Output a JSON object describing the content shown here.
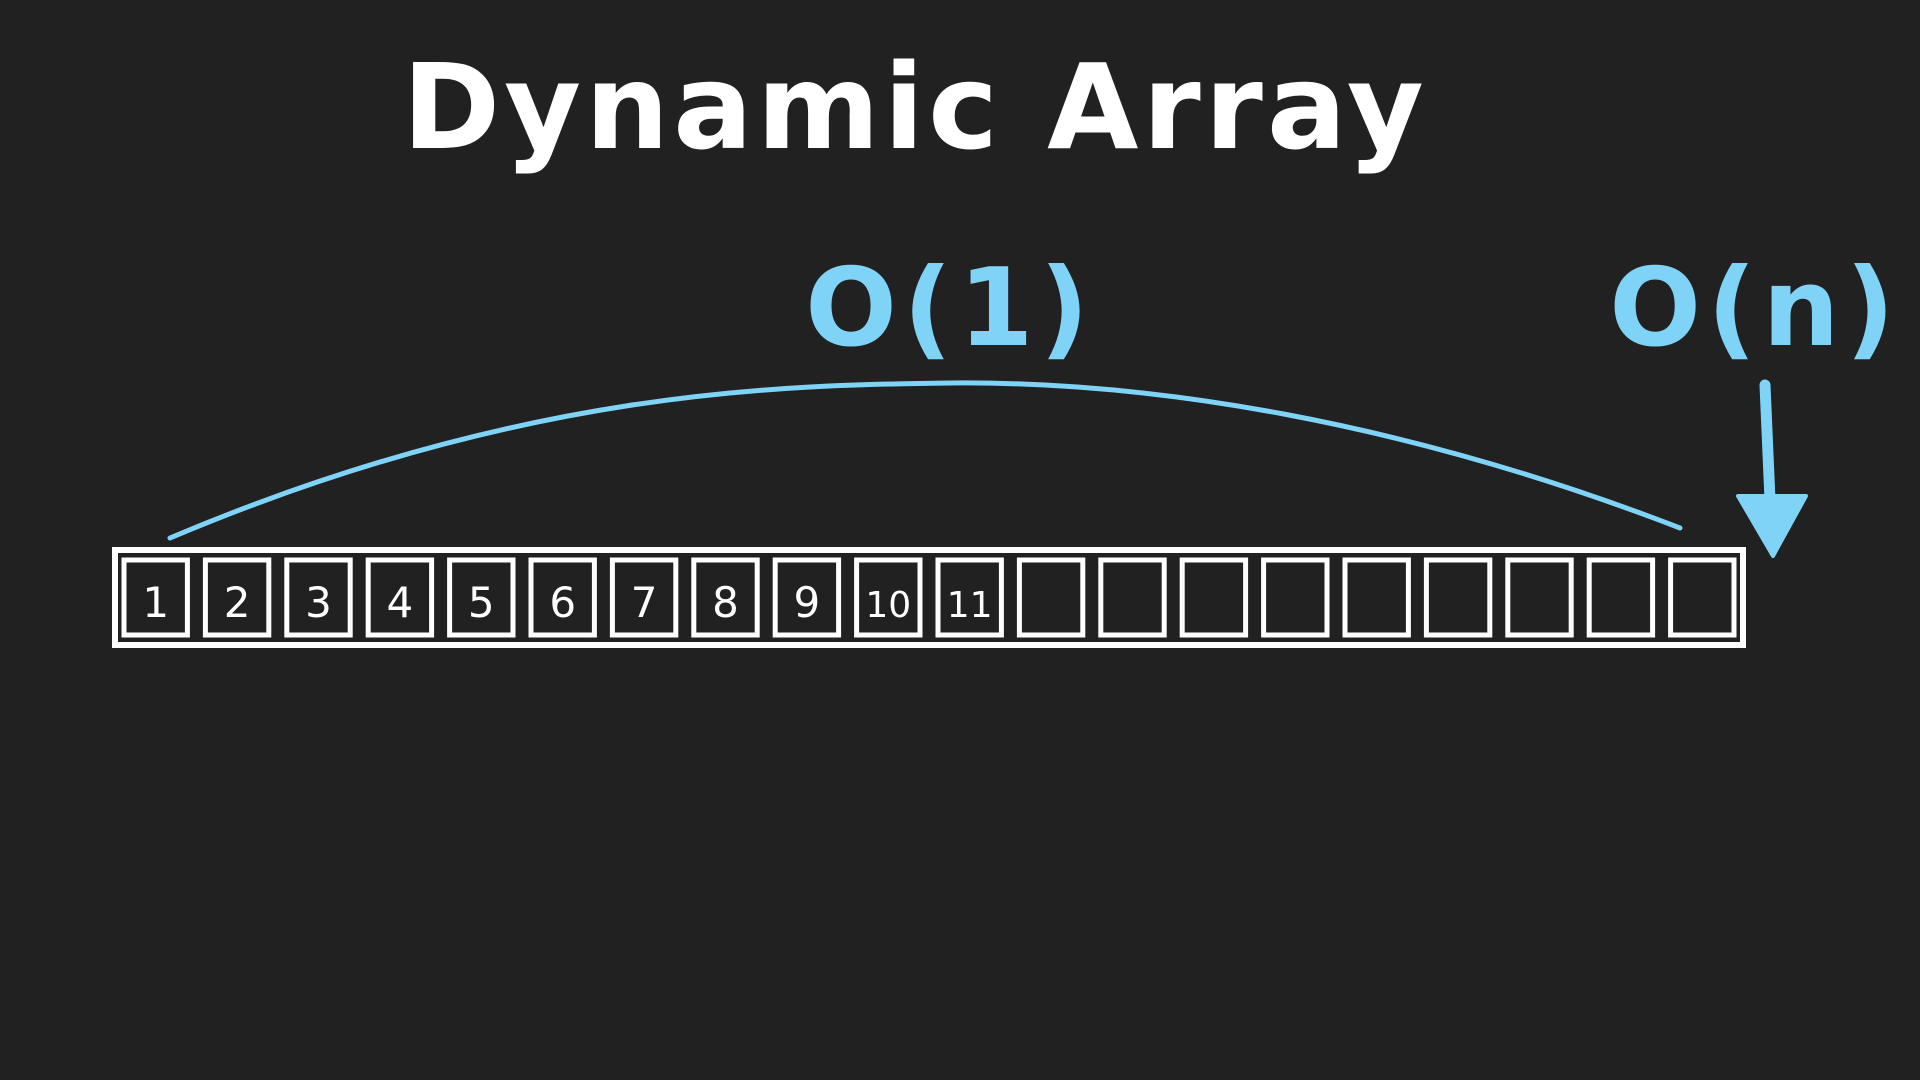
{
  "title": "Dynamic Array",
  "annotations": {
    "jump_complexity": "O(1)",
    "append_complexity": "O(n)"
  },
  "array": {
    "capacity": 20,
    "values": [
      "1",
      "2",
      "3",
      "4",
      "5",
      "6",
      "7",
      "8",
      "9",
      "10",
      "11"
    ]
  },
  "colors": {
    "background": "#212121",
    "ink": "#ffffff",
    "accent": "#7fd3f7"
  }
}
